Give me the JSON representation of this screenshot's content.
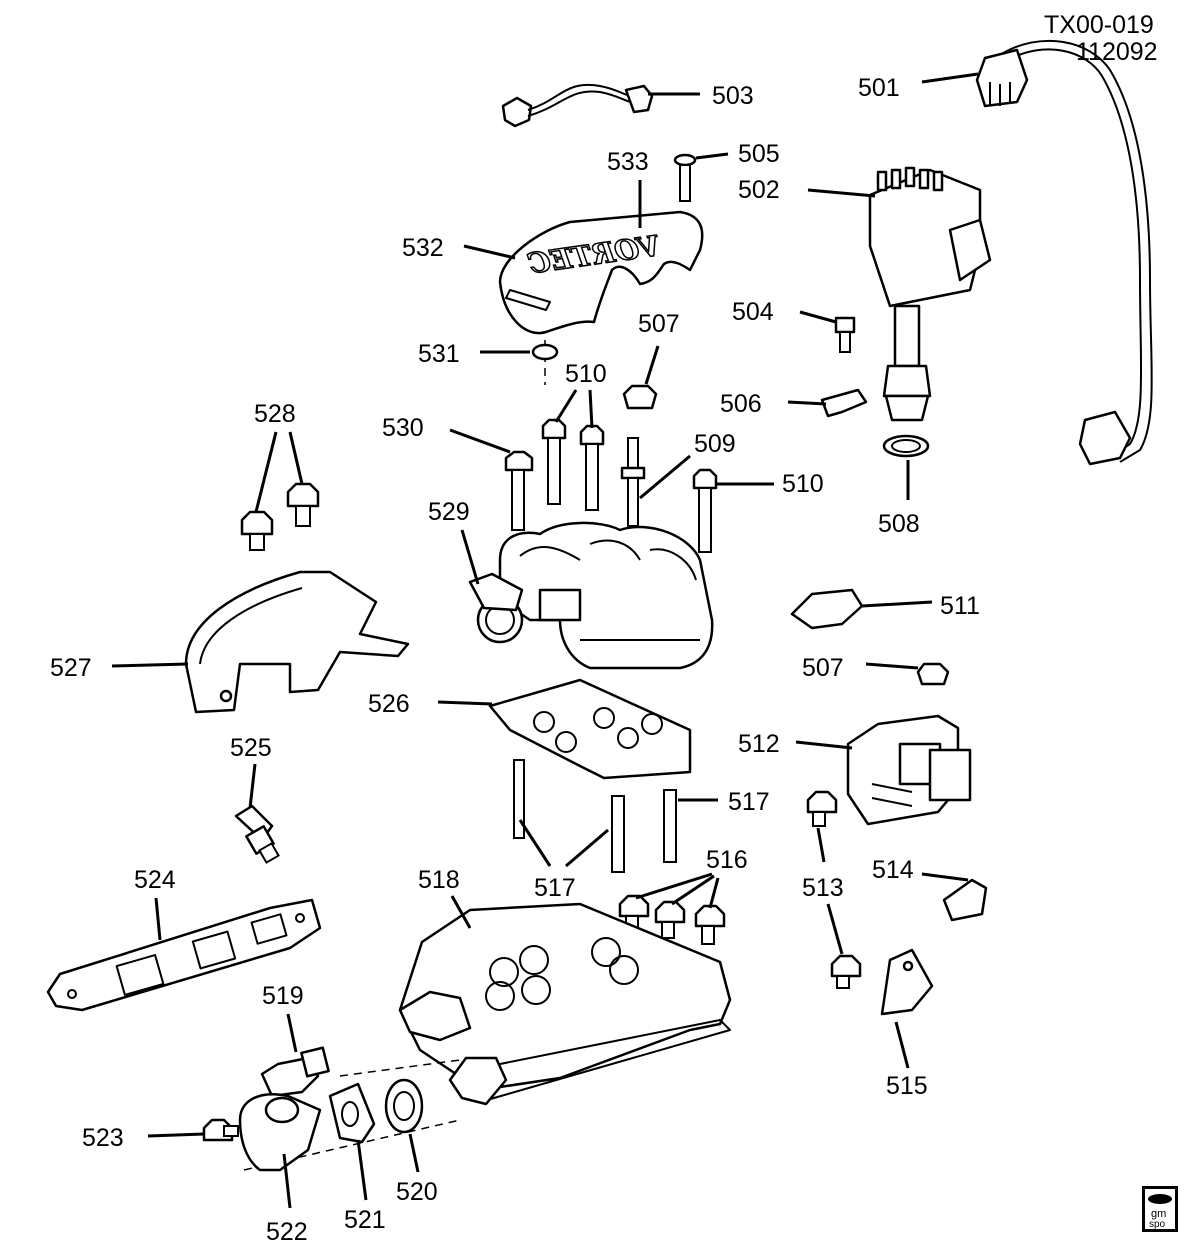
{
  "header": {
    "code": "TX00-019",
    "date_code": "112092"
  },
  "emblem": {
    "line1": "gm",
    "line2": "spo"
  },
  "cover_logo_text": "VORTEC",
  "callouts": {
    "c501": "501",
    "c502": "502",
    "c503": "503",
    "c504": "504",
    "c505": "505",
    "c506": "506",
    "c507a": "507",
    "c507b": "507",
    "c508": "508",
    "c509": "509",
    "c510a": "510",
    "c510b": "510",
    "c511": "511",
    "c512": "512",
    "c513": "513",
    "c514": "514",
    "c515": "515",
    "c516": "516",
    "c517a": "517",
    "c517b": "517",
    "c518": "518",
    "c519": "519",
    "c520": "520",
    "c521": "521",
    "c522": "522",
    "c523": "523",
    "c524": "524",
    "c525": "525",
    "c526": "526",
    "c527": "527",
    "c528": "528",
    "c529": "529",
    "c530": "530",
    "c531": "531",
    "c532": "532",
    "c533": "533"
  }
}
